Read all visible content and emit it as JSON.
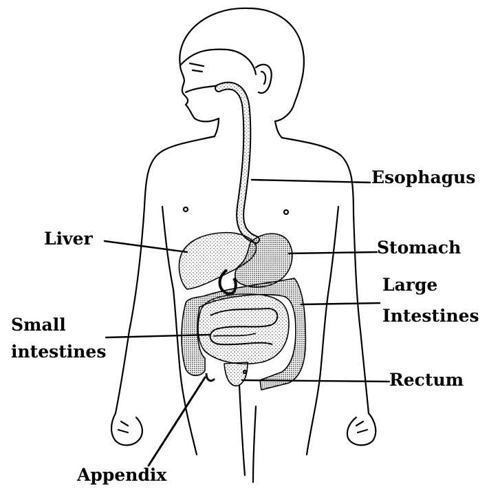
{
  "colors": {
    "ink": "#000000",
    "paper": "#ffffff",
    "stipple": "#4a4a4a"
  },
  "labels": {
    "esophagus": "Esophagus",
    "liver": "Liver",
    "stomach": "Stomach",
    "large_intestines": [
      "Large",
      "Intestines"
    ],
    "small_intestines": [
      "Small",
      "intestines"
    ],
    "rectum": "Rectum",
    "appendix": "Appendix"
  }
}
